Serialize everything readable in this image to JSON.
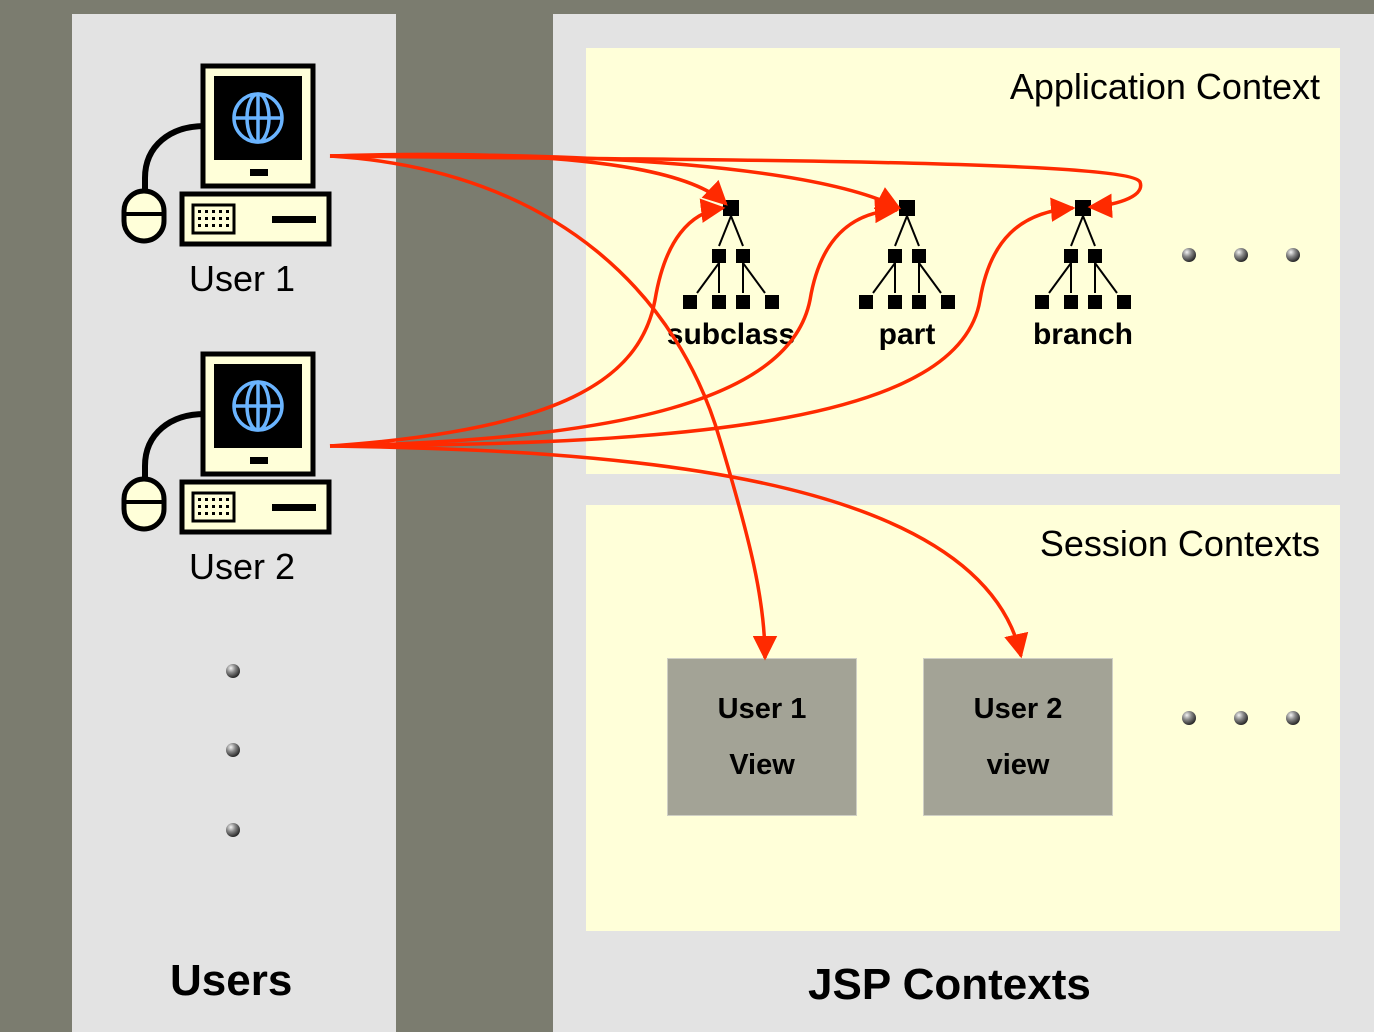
{
  "users_panel": {
    "title": "Users"
  },
  "jsp_panel": {
    "title": "JSP Contexts"
  },
  "users": [
    {
      "label": "User 1",
      "icon": "computer-icon"
    },
    {
      "label": "User 2",
      "icon": "computer-icon"
    }
  ],
  "application_context": {
    "title": "Application Context",
    "trees": [
      {
        "label": "subclass",
        "icon": "tree-icon"
      },
      {
        "label": "part",
        "icon": "tree-icon"
      },
      {
        "label": "branch",
        "icon": "tree-icon"
      }
    ]
  },
  "session_contexts": {
    "title": "Session Contexts",
    "views": [
      {
        "line1": "User 1",
        "line2": "View"
      },
      {
        "line1": "User 2",
        "line2": "view"
      }
    ]
  },
  "colors": {
    "background": "#7b7c6f",
    "panel": "#e3e3e3",
    "context": "#ffffd9",
    "view_box": "#a3a396",
    "arrow": "#ff2a00",
    "screen_globe": "#6ab4ff"
  }
}
